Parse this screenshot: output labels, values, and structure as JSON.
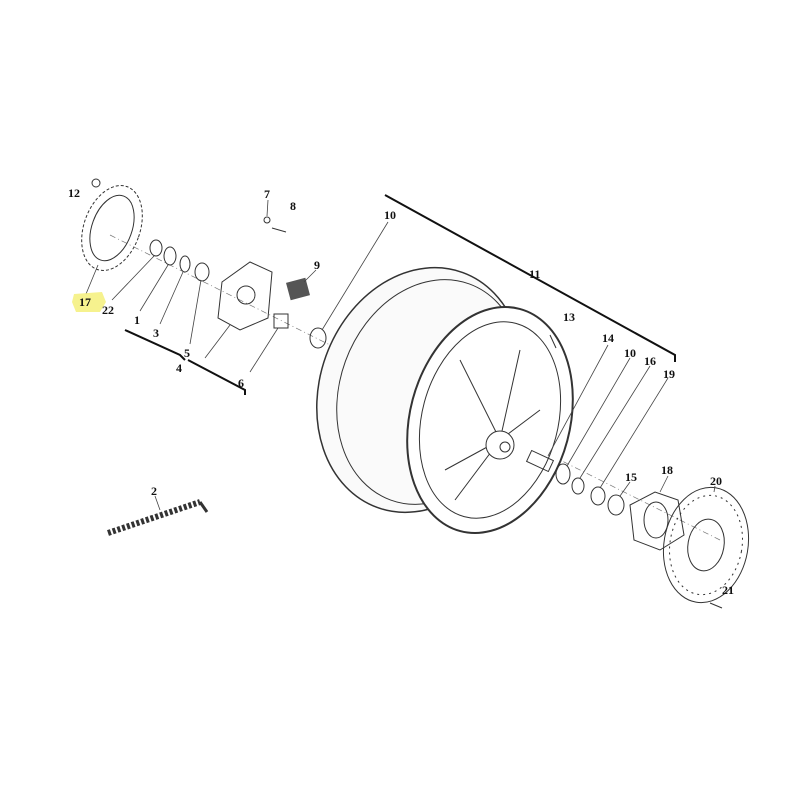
{
  "diagram": {
    "type": "exploded parts diagram - rear wheel assembly",
    "highlight_color": "#f5f07a",
    "highlighted_part": "17"
  },
  "labels": {
    "p12": "12",
    "p7": "7",
    "p8": "8",
    "p10a": "10",
    "p9": "9",
    "p11": "11",
    "p17": "17",
    "p22": "22",
    "p1": "1",
    "p3": "3",
    "p5": "5",
    "p4": "4",
    "p6": "6",
    "p13": "13",
    "p14": "14",
    "p10b": "10",
    "p16": "16",
    "p19": "19",
    "p15": "15",
    "p18": "18",
    "p20": "20",
    "p21": "21",
    "p2": "2"
  }
}
